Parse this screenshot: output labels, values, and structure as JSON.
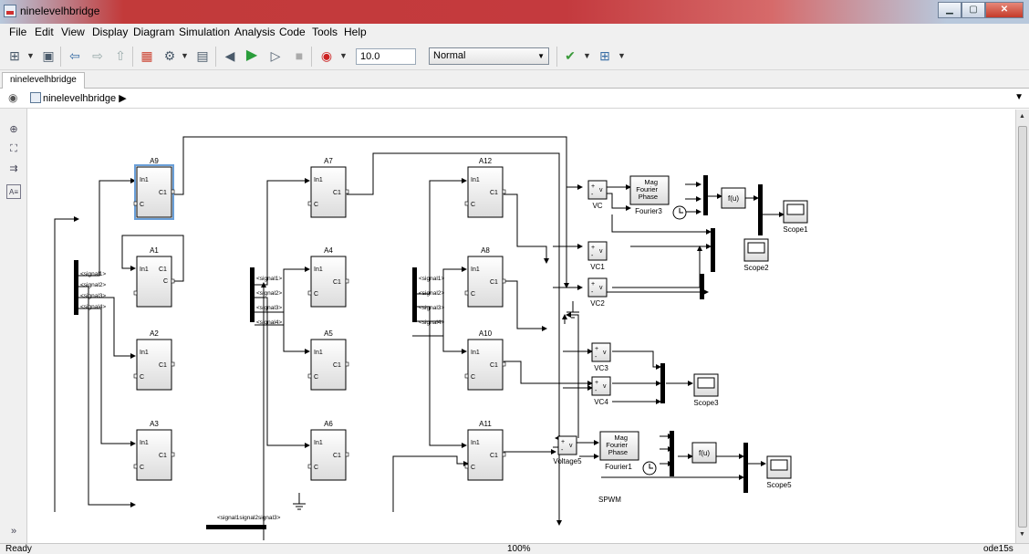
{
  "window": {
    "title": "ninelevelhbridge"
  },
  "menu": [
    "File",
    "Edit",
    "View",
    "Display",
    "Diagram",
    "Simulation",
    "Analysis",
    "Code",
    "Tools",
    "Help"
  ],
  "toolbar": {
    "stop_time": "10.0",
    "sim_mode": "Normal",
    "icons": [
      "library-browser",
      "save",
      "back",
      "forward",
      "up",
      "model-explorer",
      "model-config",
      "step-back",
      "run",
      "step-forward",
      "stop",
      "record",
      "check",
      "build"
    ]
  },
  "tab": {
    "label": "ninelevelhbridge"
  },
  "breadcrumb": {
    "model": "ninelevelhbridge",
    "arrow": "▶"
  },
  "blocks": {
    "subsystems": [
      {
        "name": "A9",
        "ports": [
          "In1",
          "C",
          "C1"
        ]
      },
      {
        "name": "A1",
        "ports": [
          "In1",
          "C1",
          "C"
        ]
      },
      {
        "name": "A2",
        "ports": [
          "In1",
          "C",
          "C1"
        ]
      },
      {
        "name": "A3",
        "ports": [
          "In1",
          "C",
          "C1"
        ]
      },
      {
        "name": "A7",
        "ports": [
          "In1",
          "C",
          "C1"
        ]
      },
      {
        "name": "A4",
        "ports": [
          "In1",
          "C",
          "C1"
        ]
      },
      {
        "name": "A5",
        "ports": [
          "In1",
          "C",
          "C1"
        ]
      },
      {
        "name": "A6",
        "ports": [
          "In1",
          "C",
          "C1"
        ]
      },
      {
        "name": "A12",
        "ports": [
          "In1",
          "C",
          "C1"
        ]
      },
      {
        "name": "A8",
        "ports": [
          "In1",
          "C",
          "C1"
        ]
      },
      {
        "name": "A10",
        "ports": [
          "In1",
          "C",
          "C1"
        ]
      },
      {
        "name": "A11",
        "ports": [
          "In1",
          "C",
          "C1"
        ]
      }
    ],
    "signals": [
      "<signal1>",
      "<signal2>",
      "<signal3>",
      "<signal4>"
    ],
    "bottom_signals": "<signal1signal2signal3>",
    "voltmeters": [
      "VC",
      "VC1",
      "VC2",
      "VC3",
      "VC4",
      "Voltage5"
    ],
    "voltmeter_symbols": {
      "plus": "+",
      "minus": "-",
      "v": "v"
    },
    "fourier": [
      {
        "name": "Fourier3",
        "lines": [
          "Mag",
          "Fourier",
          "Phase"
        ]
      },
      {
        "name": "Fourier1",
        "lines": [
          "Mag",
          "Fourier",
          "Phase"
        ]
      }
    ],
    "fcn": "f(u)",
    "scopes": [
      "Scope1",
      "Scope2",
      "Scope3",
      "Scope5"
    ],
    "annotation": "SPWM"
  },
  "status": {
    "left": "Ready",
    "zoom": "100%",
    "solver": "ode15s"
  }
}
